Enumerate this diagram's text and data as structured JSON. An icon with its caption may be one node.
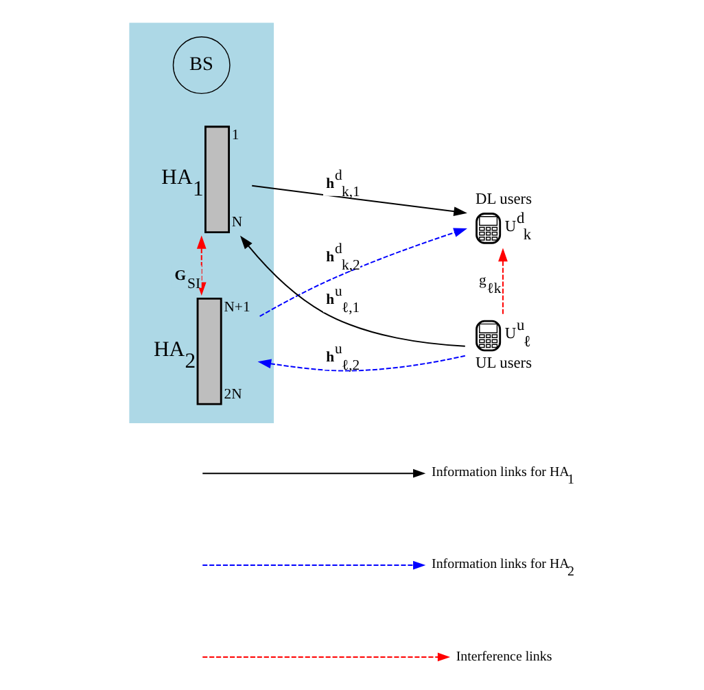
{
  "diagram": {
    "nodes": [
      {
        "text": [],
        "shape": "box"
      },
      {
        "text": [
          "HA$_{1}$"
        ],
        "in": 0,
        "beside": [
          "1",
          "N"
        ]
      },
      {
        "text": [
          "BS"
        ],
        "in": 0
      },
      {
        "text": [
          "HA$_{2}$"
        ],
        "in": 0,
        "beside": [
          "N+1",
          "2N"
        ]
      },
      {
        "text": [],
        "shape": "phone",
        "beside": [
          "DL users",
          "U$^{d}$$_{k}$"
        ]
      },
      {
        "text": [],
        "shape": "phone",
        "beside": [
          "U$^{u}$$_{ℓ}$",
          "UL users"
        ]
      }
    ],
    "edges": [
      {
        "from": 1,
        "to": 4,
        "arrow": "to",
        "label": "**h**$^{d}$$_{k,1}$"
      },
      {
        "from": 5,
        "to": 1,
        "arrow": "to",
        "label": "**h**$^{u}$$_{ℓ,1}$"
      },
      {
        "from": 3,
        "to": 4,
        "arrow": "to",
        "label": "**h**$^{d}$$_{k,2}$",
        "style": "dashed",
        "color": "#0000ff"
      },
      {
        "from": 5,
        "to": 3,
        "arrow": "to",
        "label": "**h**$^{u}$$_{ℓ,2}$",
        "style": "dashed",
        "color": "#0000ff"
      },
      {
        "from": 5,
        "to": 4,
        "arrow": "to",
        "label": "g$_{ℓk}$",
        "style": "dashed",
        "color": "#ff0000"
      },
      {
        "from": 1,
        "to": 3,
        "arrow": "both",
        "label": "**G**$_{SI}$",
        "style": "dashed",
        "color": "#ff0000"
      }
    ],
    "legend": [
      {
        "text": "Information links for HA$_{1}$"
      },
      {
        "text": "Information links for HA$_{2}$"
      },
      {
        "text": "Interference links"
      }
    ]
  }
}
